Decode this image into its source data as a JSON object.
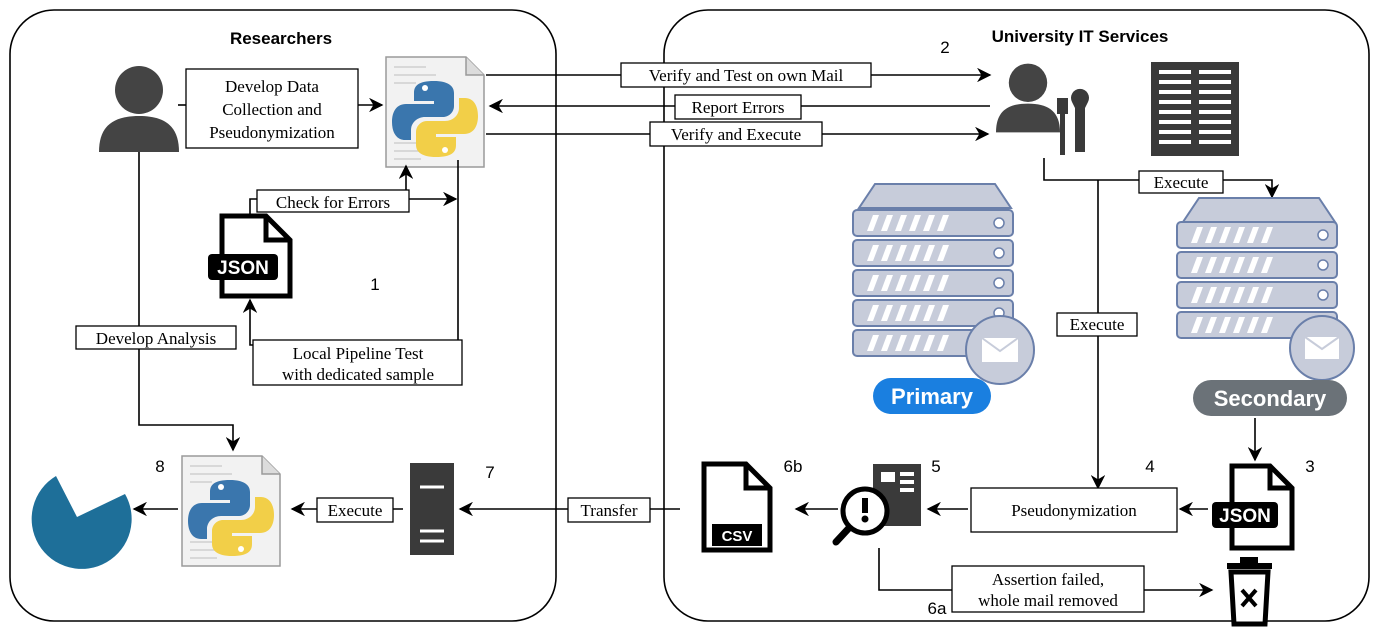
{
  "panels": {
    "left_title": "Researchers",
    "right_title": "University IT Services"
  },
  "labels": {
    "develop_data": [
      "Develop Data",
      "Collection and",
      "Pseudonymization"
    ],
    "check_errors": "Check for Errors",
    "local_test": [
      "Local Pipeline Test",
      "with dedicated sample"
    ],
    "develop_analysis": "Develop Analysis",
    "verify_test": "Verify and Test on own Mail",
    "report_errors": "Report Errors",
    "verify_execute": "Verify and Execute",
    "execute_top": "Execute",
    "execute_mid": "Execute",
    "pseudonymization": "Pseudonymization",
    "assertion": [
      "Assertion failed,",
      "whole mail removed"
    ],
    "transfer": "Transfer",
    "execute_bottom": "Execute"
  },
  "badges": {
    "primary": "Primary",
    "secondary": "Secondary",
    "json": "JSON",
    "csv": "CSV"
  },
  "step_numbers": {
    "s1": "1",
    "s2": "2",
    "s3": "3",
    "s4": "4",
    "s5": "5",
    "s6a": "6a",
    "s6b": "6b",
    "s7": "7",
    "s8": "8"
  },
  "colors": {
    "primary_badge": "#1a7fe0",
    "secondary_badge": "#6b7278",
    "server": "#c7ccda",
    "server_stroke": "#6a7faa",
    "pie": "#1e6f99",
    "icon_dark": "#3a3a3a"
  },
  "icons": [
    "researcher-person-icon",
    "python-script-icon",
    "json-file-icon",
    "it-admin-icon",
    "building-icon",
    "mail-server-icon",
    "csv-file-icon",
    "inspect-icon",
    "trash-icon",
    "local-server-icon",
    "pie-chart-icon"
  ]
}
